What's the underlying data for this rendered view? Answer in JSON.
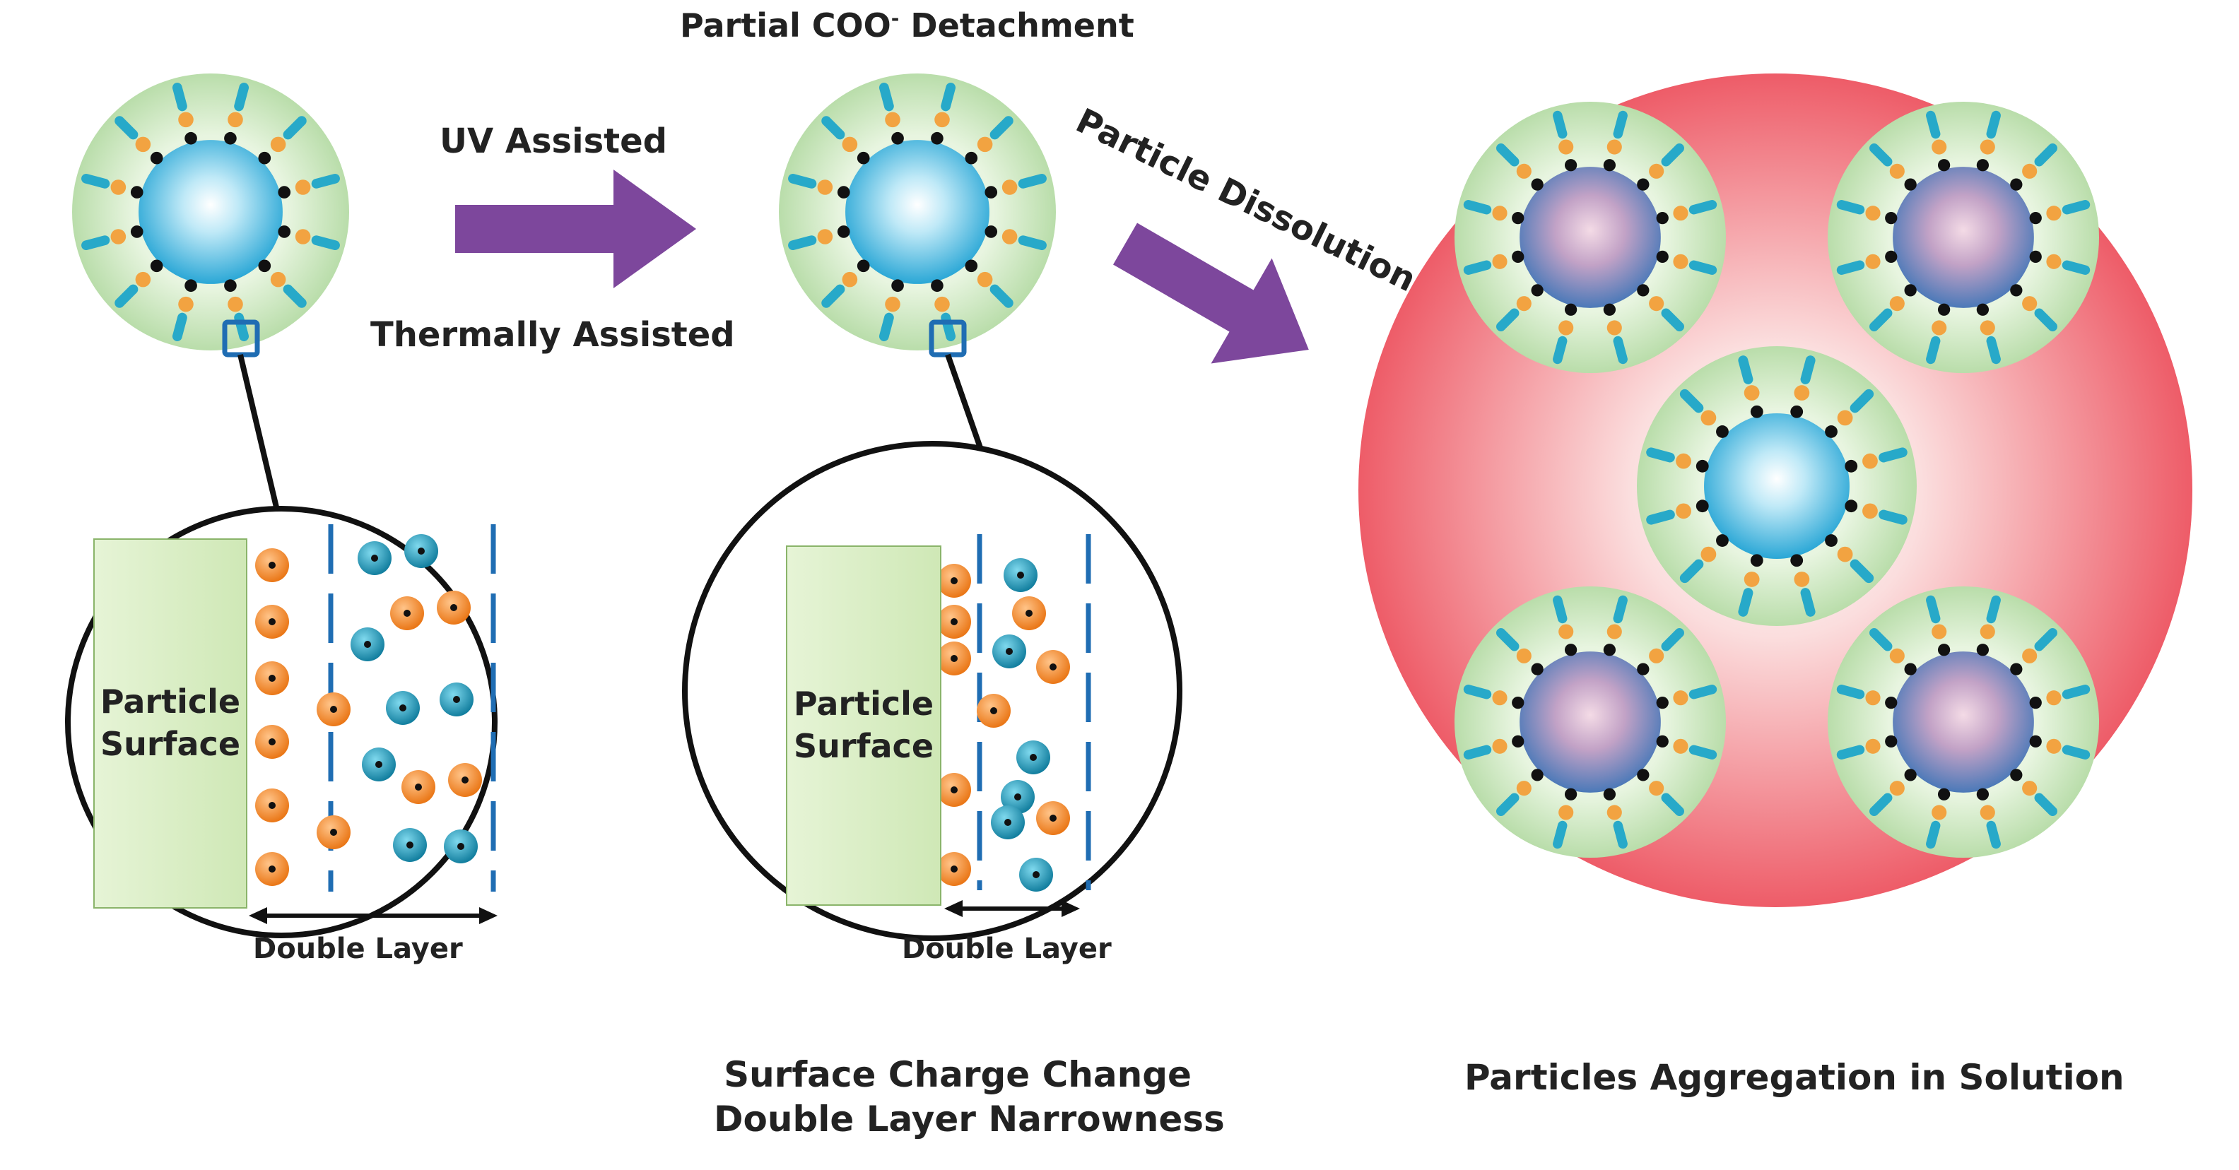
{
  "labels": {
    "top_title_prefix": "Partial COO",
    "top_title_superscript": "-",
    "top_title_suffix": " Detachment",
    "uv": "UV Assisted",
    "thermal": "Thermally Assisted",
    "dissolution": "Particle Dissolution",
    "surface_1": "Particle\nSurface",
    "surface_2": "Particle\nSurface",
    "double_layer_1": "Double Layer",
    "double_layer_2": "Double Layer",
    "caption_middle_line1": "Surface Charge Change",
    "caption_middle_line2": "Double Layer Narrowness",
    "caption_right": "Particles Aggregation in Solution"
  },
  "colors": {
    "shell_green": "#c9e6bd",
    "core_blue": "#3fb3de",
    "core_purple": "#a98ab8",
    "arrow_purple": "#7d479c",
    "halo_red": "#ef6a74",
    "ion_orange": "#f08a2c",
    "ion_teal": "#1f9fbe",
    "ligand_head_orange": "#f2a341",
    "ligand_tail_teal": "#27a9c9",
    "ligand_anchor_black": "#111111",
    "zoom_box_blue": "#1f6db3"
  }
}
